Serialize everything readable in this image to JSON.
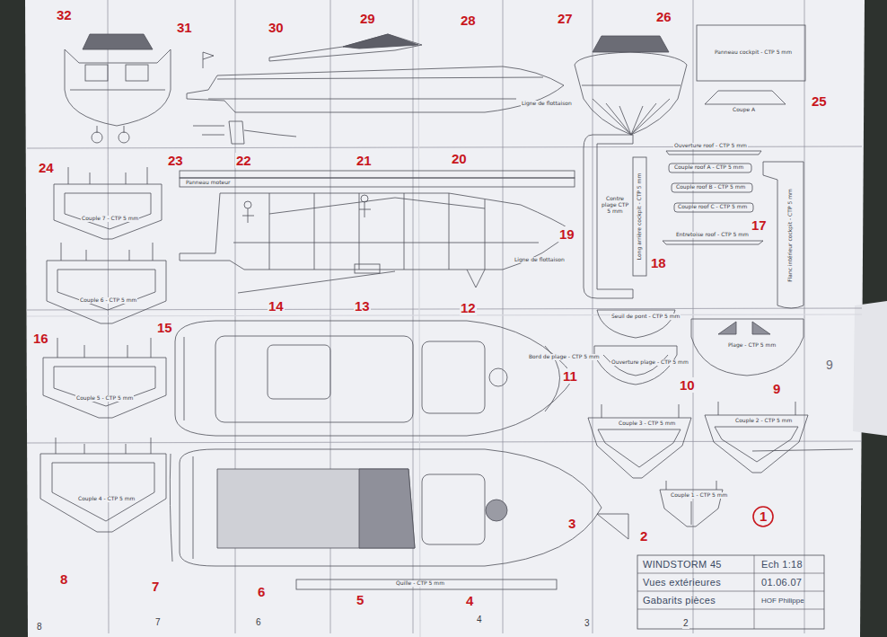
{
  "diagram": {
    "labels": [
      "32",
      "31",
      "30",
      "29",
      "28",
      "27",
      "26",
      "25",
      "24",
      "23",
      "22",
      "21",
      "20",
      "19",
      "18",
      "17",
      "16",
      "15",
      "14",
      "13",
      "12",
      "11",
      "10",
      "9",
      "8",
      "7",
      "6",
      "5",
      "4",
      "3",
      "2",
      "1",
      "8",
      "7",
      "6",
      "4",
      "3",
      "2",
      "9",
      "WINDSTORM 45",
      "Ech 1:18",
      "Vues extérieures",
      "01.06.07",
      "Gabarits pièces",
      "HOF Philippe",
      "Ligne de flottaison",
      "Panneau cockpit - CTP 5 mm",
      "Coupe A",
      "Panneau moteur",
      "Ligne de flottaison",
      "Couple 7 - CTP 5 mm",
      "Couple 6 - CTP 5 mm",
      "Couple 5 - CTP 5 mm",
      "Couple 4 - CTP 5 mm",
      "Couple 3 - CTP 5 mm",
      "Couple 2 - CTP 5 mm",
      "Couple 1 - CTP 5 mm",
      "Bord de plage - CTP 5 mm",
      "Seuil de pont - CTP 5 mm",
      "Ouverture plage - CTP 5 mm",
      "Plage - CTP 5 mm",
      "Contre plage CTP 5 mm",
      "Ouverture roof - CTP 5 mm",
      "Couple roof A - CTP 5 mm",
      "Couple roof B - CTP 5 mm",
      "Couple roof C - CTP 5 mm",
      "Entretoise roof - CTP 5 mm",
      "Quille - CTP 5 mm",
      "Long arrière cockpit - CTP 5 mm",
      "Flanc intérieur cockpit - CTP 5 mm"
    ]
  }
}
